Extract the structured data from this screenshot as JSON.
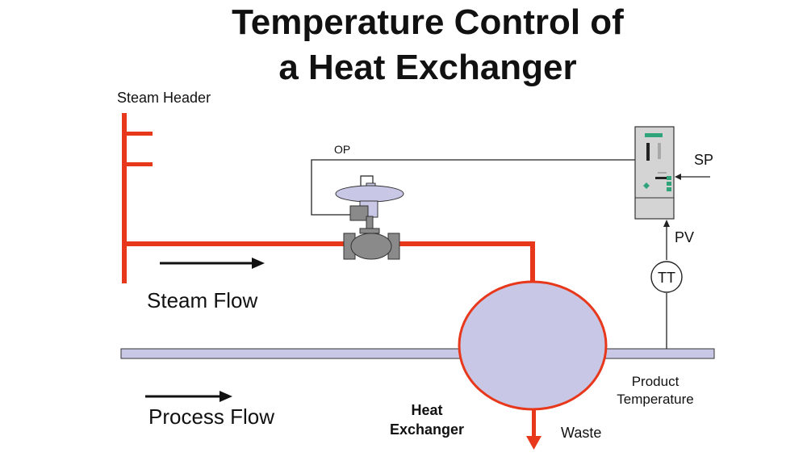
{
  "title": {
    "line1": "Temperature Control of",
    "line2": "a Heat Exchanger"
  },
  "labels": {
    "steam_header": "Steam Header",
    "op": "OP",
    "sp": "SP",
    "pv": "PV",
    "tt": "TT",
    "steam_flow": "Steam Flow",
    "process_flow": "Process Flow",
    "heat_exchanger_line1": "Heat",
    "heat_exchanger_line2": "Exchanger",
    "product_temperature_line1": "Product",
    "product_temperature_line2": "Temperature",
    "waste": "Waste"
  },
  "colors": {
    "steam_pipe": "#e8381c",
    "process_pipe": "#c8c8e6",
    "exchanger_fill": "#c8c8e6",
    "exchanger_outline": "#e8381c",
    "valve_body": "#8a8a8a",
    "actuator": "#c8c8e6",
    "controller": "#d4d4d4",
    "controller_led": "#2fa37a",
    "signal_line": "#222222",
    "arrow": "#111111"
  }
}
